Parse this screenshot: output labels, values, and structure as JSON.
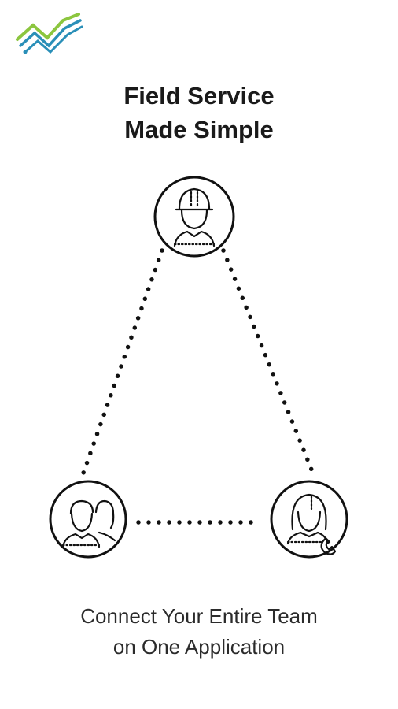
{
  "brand": {
    "logo_icon": "trend-lines-logo-icon",
    "colors": {
      "green": "#8cc63f",
      "blue": "#2a8fb8"
    }
  },
  "headline": {
    "line1": "Field Service",
    "line2": "Made Simple"
  },
  "diagram": {
    "nodes": [
      {
        "role": "field-technician",
        "icon": "hardhat-worker-icon"
      },
      {
        "role": "customers",
        "icon": "customers-icon"
      },
      {
        "role": "dispatcher",
        "icon": "dispatcher-phone-icon"
      }
    ],
    "connector": "dotted-line"
  },
  "tagline": {
    "line1": "Connect Your Entire Team",
    "line2": "on One Application"
  }
}
